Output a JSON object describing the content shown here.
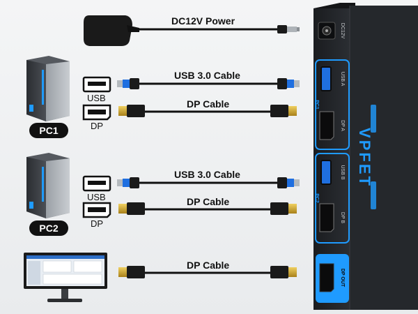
{
  "cables": {
    "power": "DC12V Power",
    "usb1": "USB 3.0 Cable",
    "dp1": "DP Cable",
    "usb2": "USB 3.0 Cable",
    "dp2": "DP Cable",
    "dp_out": "DP Cable"
  },
  "pcs": [
    {
      "badge": "PC1",
      "usb_label": "USB",
      "dp_label": "DP"
    },
    {
      "badge": "PC2",
      "usb_label": "USB",
      "dp_label": "DP"
    }
  ],
  "device": {
    "brand": "VPFET",
    "power_port": "DC12V",
    "pc1_tag": "PC1",
    "pc2_tag": "PC2",
    "usb_a": "USB A",
    "usb_b": "USB B",
    "dp_a": "DP A",
    "dp_b": "DP B",
    "dp_out": "DP OUT"
  },
  "colors": {
    "accent": "#1f9bff",
    "device": "#1c1e21",
    "cable": "#111111",
    "gold": "#c9a227"
  }
}
